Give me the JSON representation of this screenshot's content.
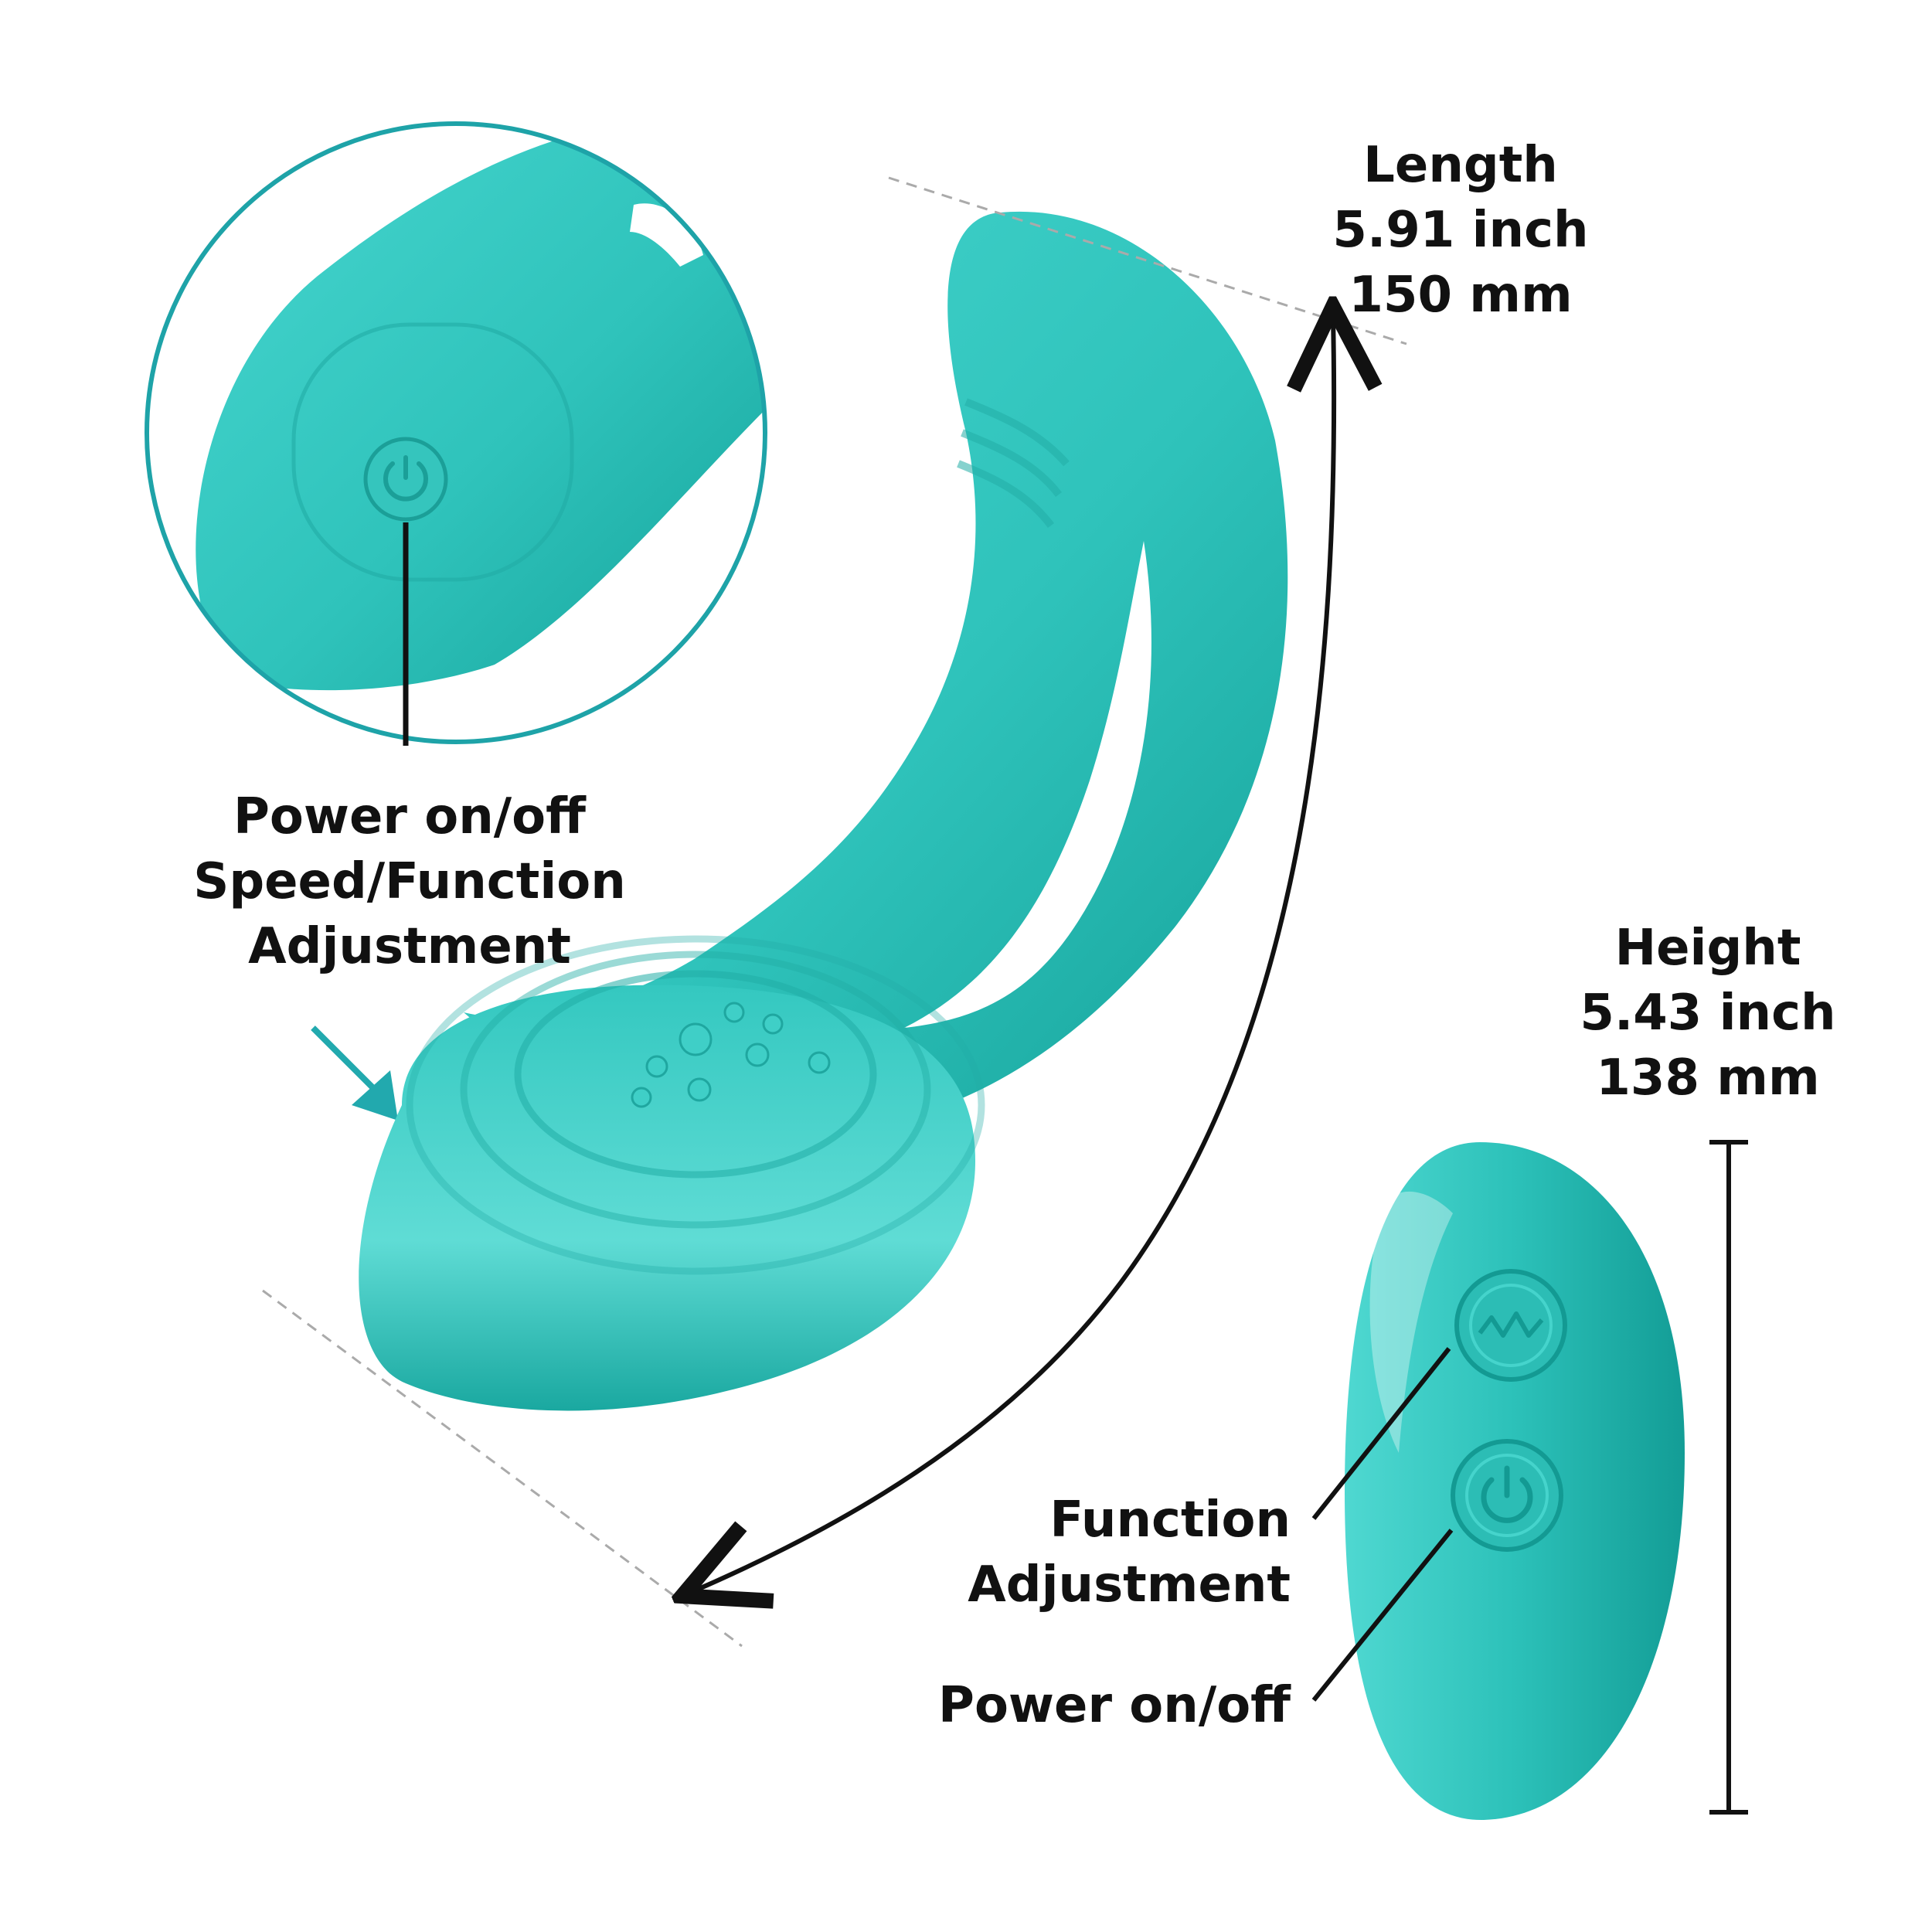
{
  "colors": {
    "teal": "#2fc3bb",
    "teal_dark": "#17a49c",
    "teal_light": "#6fe3dc",
    "ring": "#1ea3a8",
    "text": "#111111"
  },
  "icons": {
    "zoom_button": "power-icon",
    "remote_top": "wave-icon",
    "remote_bottom": "power-icon"
  },
  "callout_device": {
    "line1": "Power on/off",
    "line2": "Speed/Function",
    "line3": "Adjustment"
  },
  "length_spec": {
    "title": "Length",
    "inches": "5.91 inch",
    "millimeters": "150 mm"
  },
  "height_spec": {
    "title": "Height",
    "inches": "5.43 inch",
    "millimeters": "138 mm"
  },
  "remote": {
    "function_label_line1": "Function",
    "function_label_line2": "Adjustment",
    "power_label": "Power on/off"
  }
}
